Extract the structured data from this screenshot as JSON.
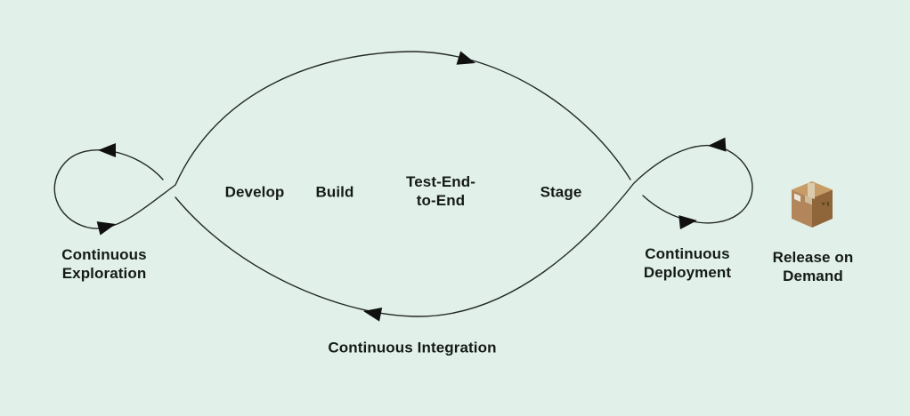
{
  "colors": {
    "background": "#e1f1e9",
    "curve_stroke": "#24282a",
    "arrowhead_fill": "#101010",
    "text": "#151a17",
    "box_top": "#c89c66",
    "box_front": "#b2865a",
    "box_side": "#8f6639",
    "box_tape": "#dbcaab",
    "box_label": "#ece7dc"
  },
  "loops": {
    "exploration_label": "Continuous\nExploration",
    "deployment_label": "Continuous\nDeployment",
    "integration_label": "Continuous Integration"
  },
  "stages": [
    {
      "label": "Develop"
    },
    {
      "label": "Build"
    },
    {
      "label": "Test-End-\nto-End"
    },
    {
      "label": "Stage"
    }
  ],
  "release": {
    "label": "Release on\nDemand",
    "icon": "package-box-icon"
  }
}
